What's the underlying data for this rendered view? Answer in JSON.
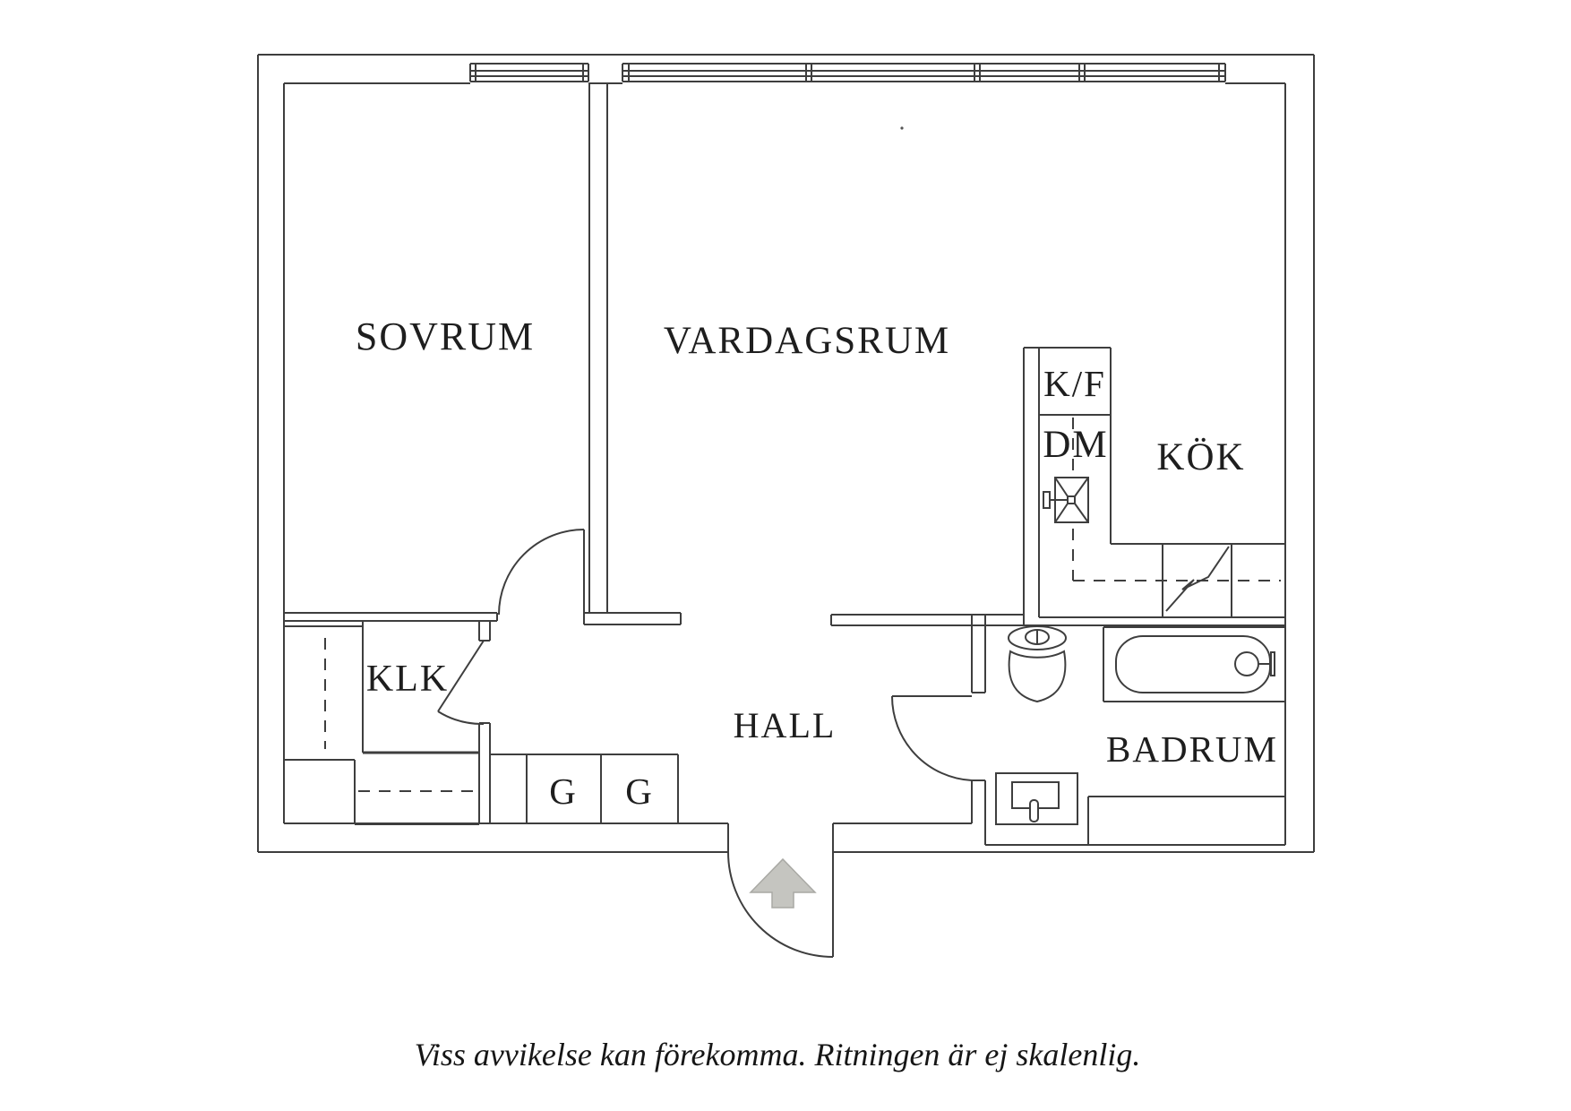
{
  "plan_title": "apartment-floor-plan",
  "rooms": {
    "sovrum": {
      "label": "SOVRUM"
    },
    "vardagsrum": {
      "label": "VARDAGSRUM"
    },
    "kok": {
      "label": "KÖK"
    },
    "klk": {
      "label": "KLK"
    },
    "hall": {
      "label": "HALL"
    },
    "badrum": {
      "label": "BADRUM"
    }
  },
  "appliances": {
    "fridge_freezer": {
      "label": "K/F"
    },
    "dishwasher": {
      "label": "DM"
    }
  },
  "closets": {
    "g1": {
      "label": "G"
    },
    "g2": {
      "label": "G"
    }
  },
  "caption": {
    "text": "Viss avvikelse kan förekomma. Ritningen är ej skalenlig."
  },
  "colors": {
    "line": "#3e3e3e",
    "text": "#1e1e1e",
    "arrow_fill": "#c5c5c0",
    "arrow_stroke": "#a9a9a4"
  },
  "fixtures": [
    "window",
    "toilet",
    "bathtub",
    "bathroom-sink",
    "kitchen-sink",
    "stove",
    "wardrobe",
    "entry-arrow",
    "door-swing"
  ]
}
